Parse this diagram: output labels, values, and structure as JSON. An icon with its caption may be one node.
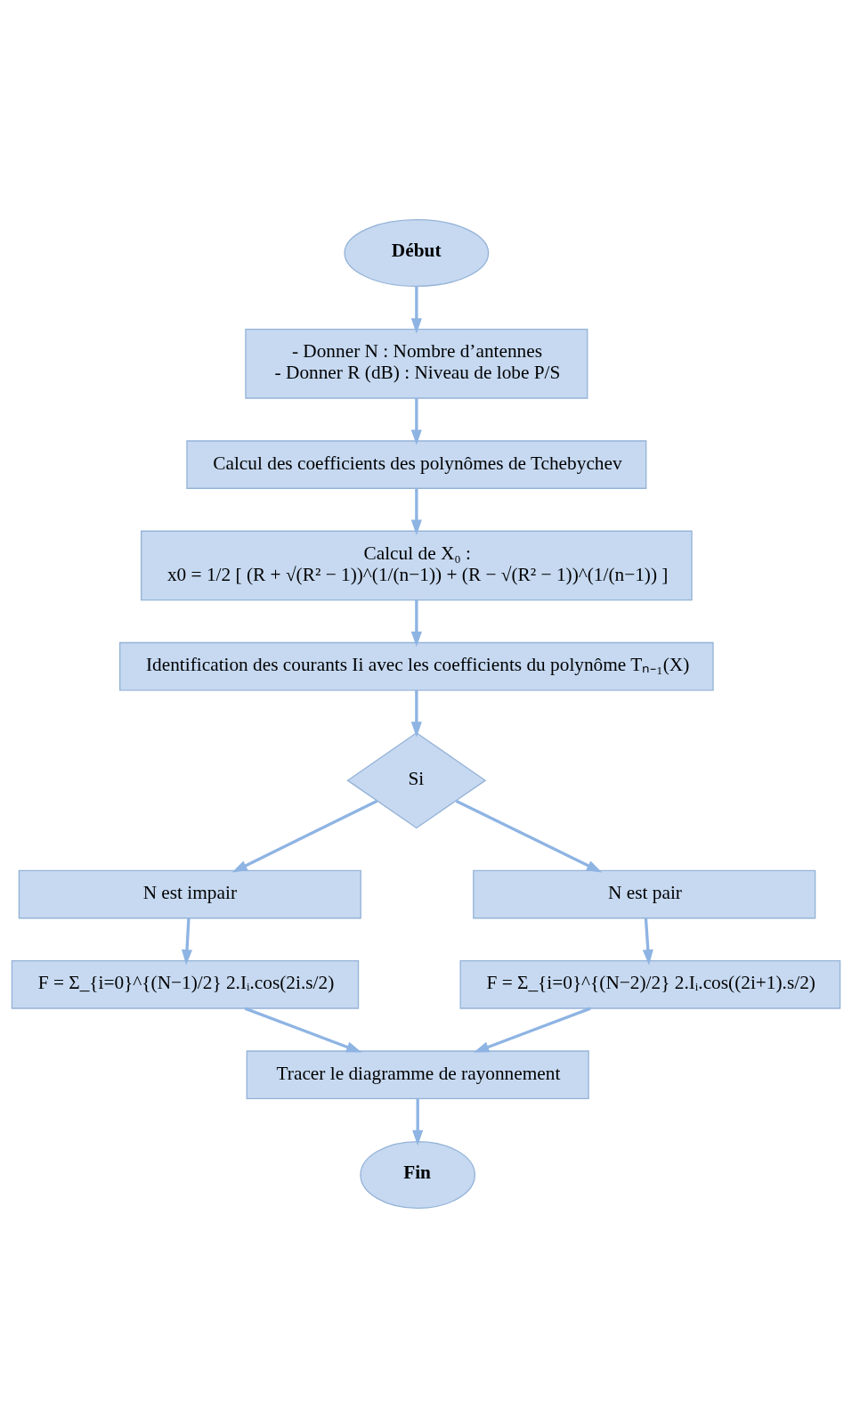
{
  "diagram": {
    "nodes": [
      {
        "text": [
          "Début"
        ]
      },
      {
        "text": [
          "- Donner N : Nombre d’antennes",
          "- Donner R (dB) : Niveau de lobe P/S"
        ]
      },
      {
        "text": [
          "Calcul des coefficients des polynômes de Tchebychev"
        ]
      },
      {
        "text": [
          "Calcul de X₀ :",
          "x0 = 1/2 [ (R + √(R² − 1))^(1/(n−1)) + (R − √(R² − 1))^(1/(n−1)) ]"
        ]
      },
      {
        "text": [
          "Identification des courants Ii avec les coefficients du polynôme Tₙ₋₁(X)"
        ]
      },
      {
        "text": [
          "Si"
        ]
      },
      {
        "text": [
          "N est impair"
        ]
      },
      {
        "text": [
          "N est pair"
        ]
      },
      {
        "text": [
          "F = Σ_{i=0}^{(N−1)/2} 2.Iᵢ.cos(2i.s/2)"
        ]
      },
      {
        "text": [
          "F = Σ_{i=0}^{(N−2)/2} 2.Iᵢ.cos((2i+1).s/2)"
        ]
      },
      {
        "text": [
          "Tracer le diagramme de rayonnement"
        ]
      },
      {
        "text": [
          "Fin"
        ]
      }
    ],
    "edges": [
      {
        "from": 0,
        "to": 1,
        "arrow": "to"
      },
      {
        "from": 1,
        "to": 2,
        "arrow": "to"
      },
      {
        "from": 2,
        "to": 3,
        "arrow": "to"
      },
      {
        "from": 3,
        "to": 4,
        "arrow": "to"
      },
      {
        "from": 4,
        "to": 5,
        "arrow": "to"
      },
      {
        "from": 5,
        "to": 6,
        "arrow": "to"
      },
      {
        "from": 5,
        "to": 7,
        "arrow": "to"
      },
      {
        "from": 6,
        "to": 8,
        "arrow": "to"
      },
      {
        "from": 7,
        "to": 9,
        "arrow": "to"
      },
      {
        "from": 8,
        "to": 10,
        "arrow": "to"
      },
      {
        "from": 9,
        "to": 10,
        "arrow": "to"
      },
      {
        "from": 10,
        "to": 11,
        "arrow": "to"
      }
    ]
  }
}
